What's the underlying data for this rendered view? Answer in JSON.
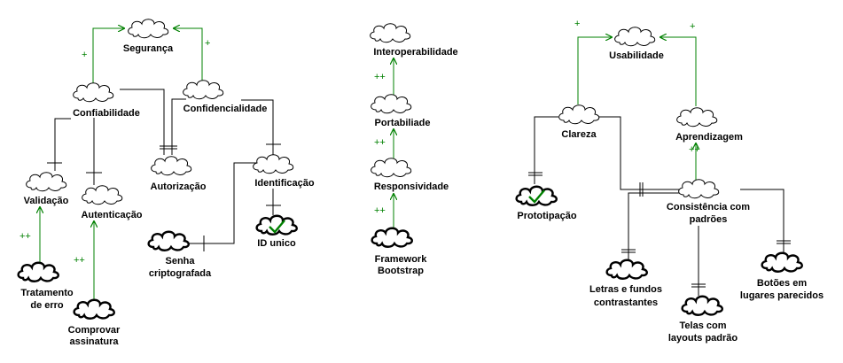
{
  "softgoals": {
    "seguranca": "Segurança",
    "confiabilidade": "Confiabilidade",
    "confidencialidade": "Confidencialidade",
    "validacao": "Validação",
    "autenticacao": "Autenticação",
    "autorizacao": "Autorização",
    "identificacao": "Identificação",
    "interoperabilidade": "Interoperabilidade",
    "portabilidade": "Portabiliade",
    "responsividade": "Responsividade",
    "usabilidade": "Usabilidade",
    "clareza": "Clareza",
    "aprendizagem": "Aprendizagem",
    "consistencia_1": "Consistência com",
    "consistencia_2": "padrões"
  },
  "operationalizations": {
    "senha_1": "Senha",
    "senha_2": "criptografada",
    "id_unico": "ID unico",
    "tratamento_1": "Tratamento",
    "tratamento_2": "de erro",
    "comprovar_1": "Comprovar",
    "comprovar_2": "assinatura",
    "framework_1": "Framework",
    "framework_2": "Bootstrap",
    "prototipacao": "Prototipação",
    "letras_1": "Letras e fundos",
    "letras_2": "contrastantes",
    "telas_1": "Telas com",
    "telas_2": "layouts padrão",
    "botoes_1": "Botões em",
    "botoes_2": "lugares parecidos"
  },
  "contributions": {
    "confiabilidade_seguranca": "+",
    "confidencialidade_seguranca": "+",
    "tratamento_validacao": "++",
    "comprovar_autenticacao": "++",
    "responsividade_portabilidade": "++",
    "portabilidade_interoperabilidade": "++",
    "framework_responsividade": "++",
    "clareza_usabilidade": "+",
    "aprendizagem_usabilidade": "+",
    "consistencia_aprendizagem": "++"
  },
  "colors": {
    "positive_link": "#008000",
    "link": "#000000",
    "satisfied_check": "#008000"
  }
}
